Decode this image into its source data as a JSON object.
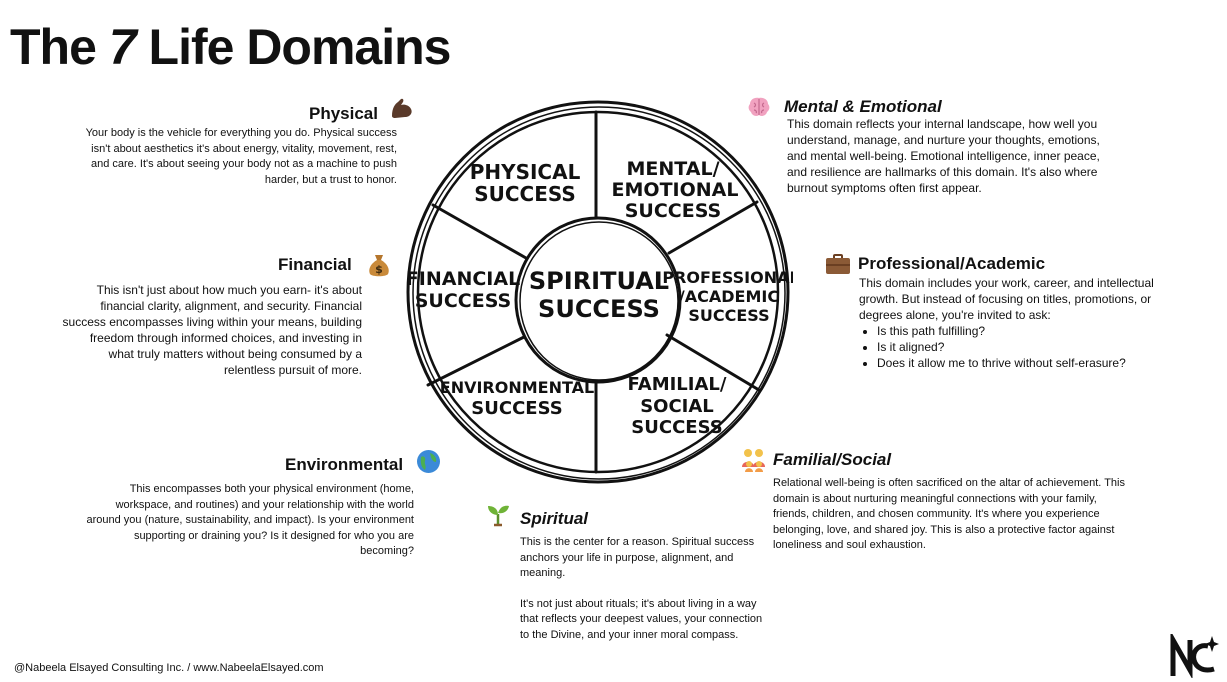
{
  "title": {
    "prefix": "The",
    "number": "7",
    "suffix": "Life Domains"
  },
  "wheel": {
    "center": [
      "SPIRITUAL",
      "SUCCESS"
    ],
    "segments": {
      "physical": [
        "PHYSICAL",
        "SUCCESS"
      ],
      "mental": [
        "MENTAL/",
        "EMOTIONAL",
        "SUCCESS"
      ],
      "professional": [
        "PROFESSIONAL",
        "/ACADEMIC",
        "SUCCESS"
      ],
      "familial": [
        "FAMILIAL/",
        "SOCIAL",
        "SUCCESS"
      ],
      "environmental": [
        "ENVIRONMENTAL",
        "SUCCESS"
      ],
      "financial": [
        "FINANCIAL",
        "SUCCESS"
      ]
    }
  },
  "sections": {
    "physical": {
      "title": "Physical",
      "icon": "flexed-biceps-icon",
      "body": "Your body is the vehicle for everything you do. Physical success isn't about aesthetics it's about energy, vitality, movement, rest, and care. It's about seeing your body not as a machine to push harder, but a trust to honor."
    },
    "financial": {
      "title": "Financial",
      "icon": "money-bag-icon",
      "body": "This isn't just about how much you earn- it's about financial clarity, alignment, and security. Financial success encompasses living within your means, building freedom through informed choices, and investing in what truly matters without being consumed by a relentless pursuit of more."
    },
    "environmental": {
      "title": "Environmental",
      "icon": "globe-icon",
      "body": "This encompasses both your physical environment (home, workspace, and routines) and your relationship with the world around you (nature, sustainability, and impact). Is your environment supporting or draining you? Is it designed for who you are becoming?"
    },
    "mental": {
      "title": "Mental & Emotional",
      "icon": "brain-icon",
      "body": "This domain reflects your internal landscape, how well you understand, manage, and nurture your thoughts, emotions, and mental well-being. Emotional intelligence, inner peace, and resilience are hallmarks of this domain. It's also where burnout symptoms often first appear."
    },
    "professional": {
      "title": "Professional/Academic",
      "icon": "briefcase-icon",
      "body": "This domain includes your work, career, and intellectual growth. But instead of focusing on titles, promotions, or degrees alone, you're invited to ask:",
      "bullets": [
        "Is this path fulfilling?",
        "Is it aligned?",
        "Does it allow me to thrive without self-erasure?"
      ]
    },
    "familial": {
      "title": "Familial/Social",
      "icon": "family-icon",
      "body": "Relational well-being is often sacrificed on the altar of achievement. This domain is about nurturing meaningful connections with your family, friends, children, and chosen community. It's where you experience belonging, love, and shared joy. This is also a protective factor against loneliness and soul exhaustion."
    },
    "spiritual": {
      "title": "Spiritual",
      "icon": "seedling-icon",
      "body1": "This is the center for a reason. Spiritual success anchors your life in purpose, alignment, and meaning.",
      "body2": "It's not just about rituals; it's about living in a way that reflects your deepest values, your connection to the Divine, and your inner moral compass."
    }
  },
  "footer": "@Nabeela Elsayed Consulting Inc. / www.NabeelaElsayed.com",
  "logo_icon": "ne-monogram-logo"
}
